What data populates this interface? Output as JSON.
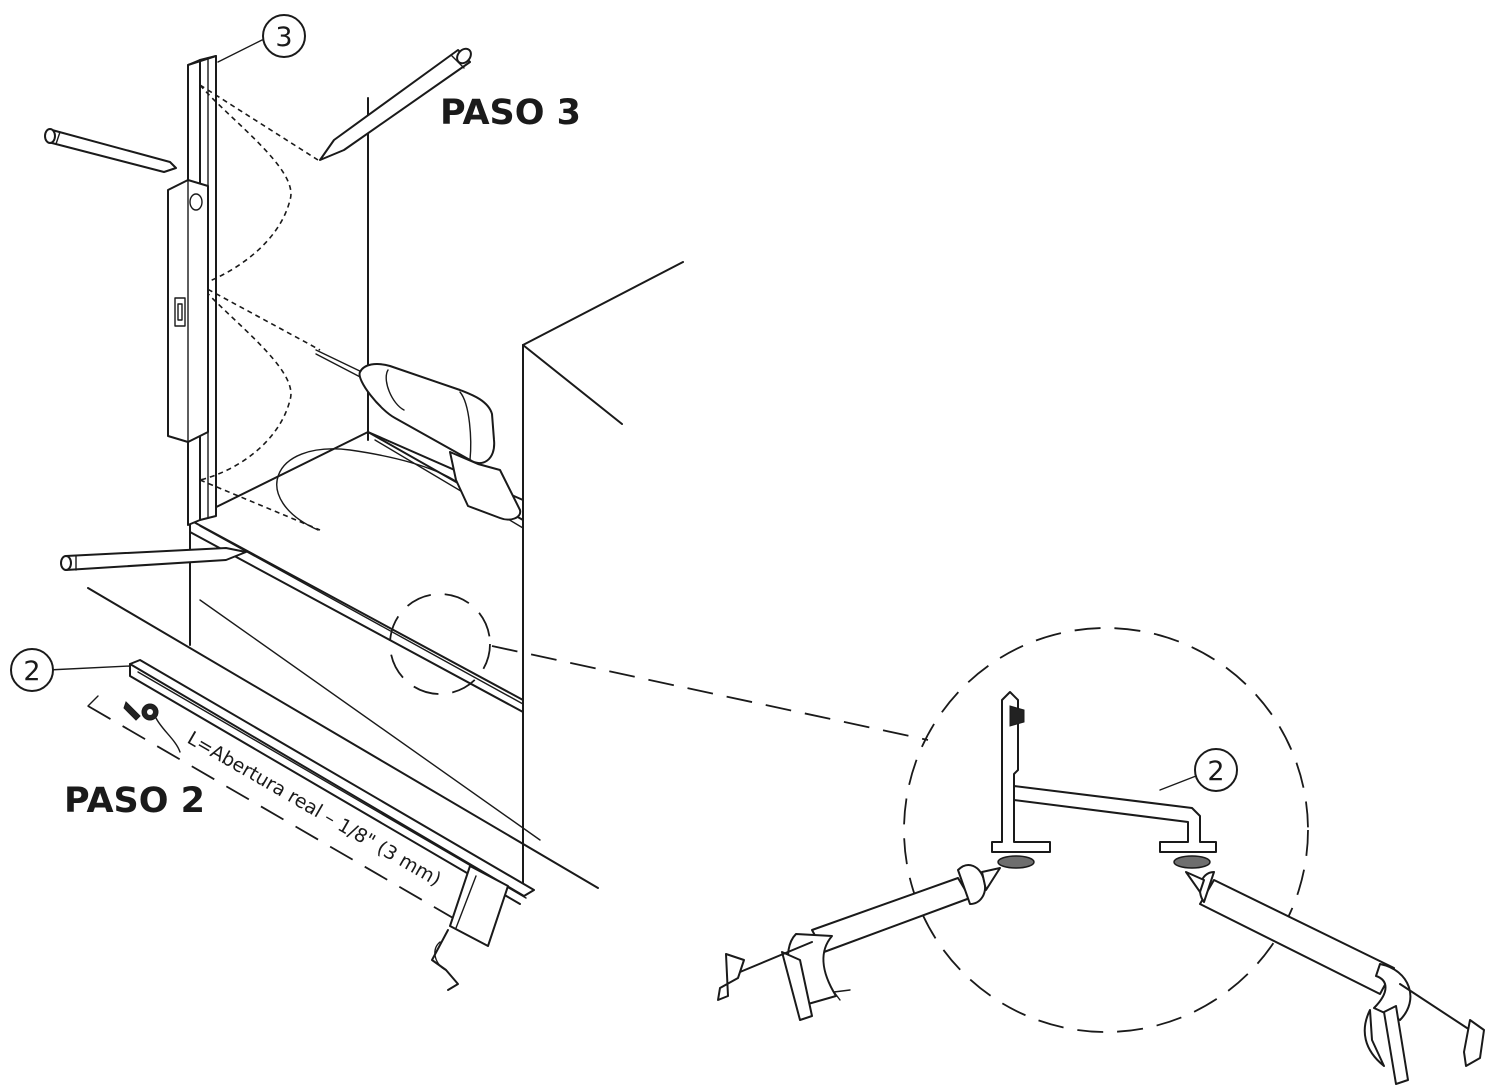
{
  "labels": {
    "step3": "PASO 3",
    "step2": "PASO 2",
    "callout_3": "3",
    "callout_2": "2",
    "callout_2_detail": "2",
    "dimension": "L=Abertura real – 1/8\" (3 mm)"
  }
}
